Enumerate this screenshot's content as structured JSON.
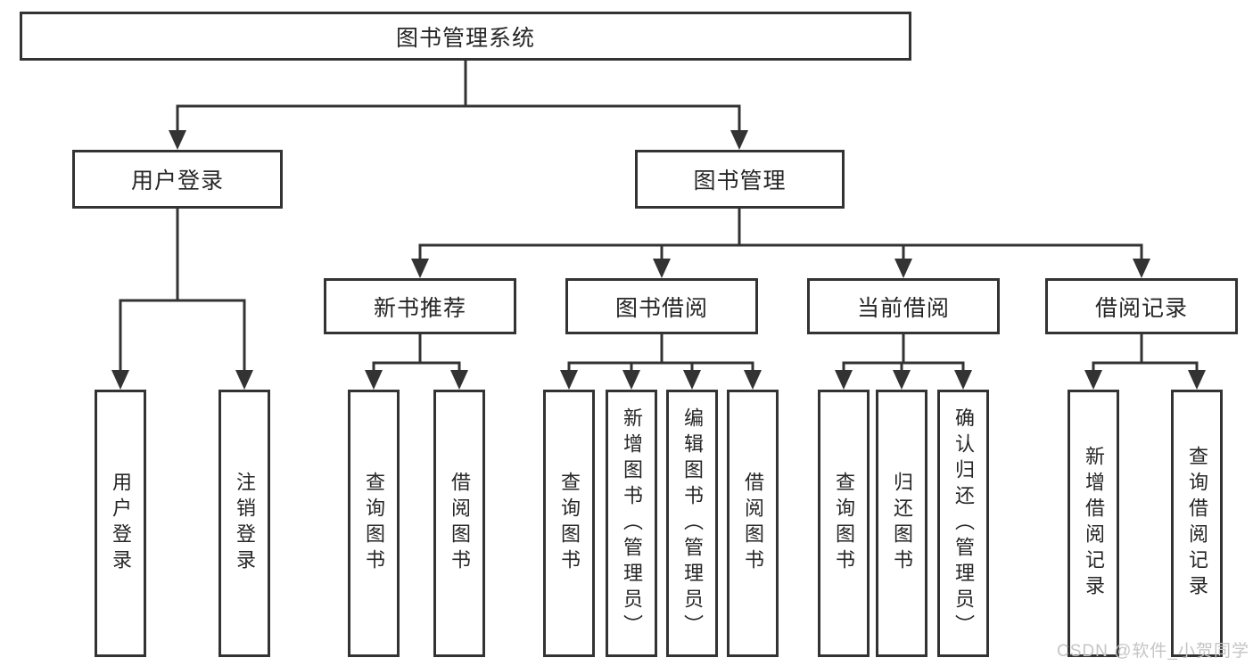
{
  "tree": {
    "root": "图书管理系统",
    "branches": [
      {
        "label": "用户登录",
        "children": [
          "用户登录",
          "注销登录"
        ]
      },
      {
        "label": "图书管理",
        "children": [
          {
            "label": "新书推荐",
            "children": [
              "查询图书",
              "借阅图书"
            ]
          },
          {
            "label": "图书借阅",
            "children": [
              "查询图书",
              "新增图书（管理员）",
              "编辑图书（管理员）",
              "借阅图书"
            ]
          },
          {
            "label": "当前借阅",
            "children": [
              "查询图书",
              "归还图书",
              "确认归还（管理员）"
            ]
          },
          {
            "label": "借阅记录",
            "children": [
              "新增借阅记录",
              "查询借阅记录"
            ]
          }
        ]
      }
    ]
  },
  "watermark": "CSDN @软件_小贺同学",
  "colors": {
    "line": "#333333",
    "box_background": "#ffffff",
    "text": "#262626",
    "watermark": "#c5c5c5"
  }
}
